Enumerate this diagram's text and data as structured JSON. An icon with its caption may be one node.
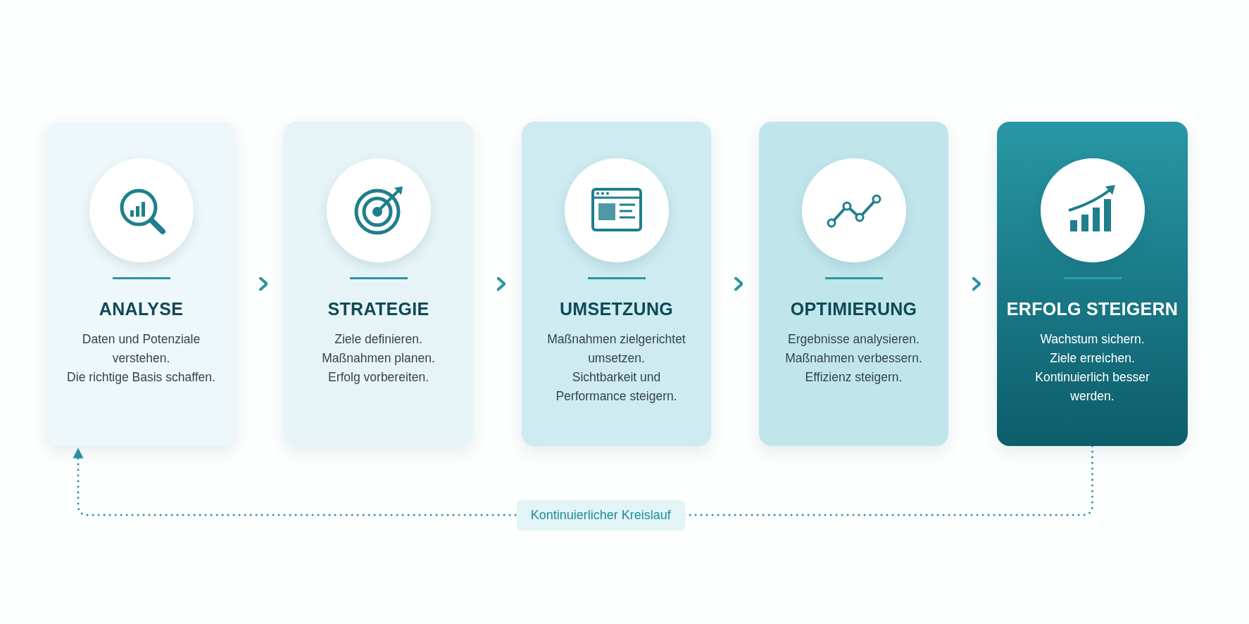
{
  "diagram": {
    "nodes": [
      {
        "text": [
          "ANALYSE",
          "Daten und Potenziale verstehen.",
          "Die richtige Basis schaffen."
        ]
      },
      {
        "text": [
          "STRATEGIE",
          "Ziele definieren.",
          "Maßnahmen planen.",
          "Erfolg vorbereiten."
        ]
      },
      {
        "text": [
          "UMSETZUNG",
          "Maßnahmen zielgerichtet umsetzen.",
          "Sichtbarkeit und Performance steigern."
        ]
      },
      {
        "text": [
          "OPTIMIERUNG",
          "Ergebnisse analysieren.",
          "Maßnahmen verbessern.",
          "Effizienz steigern."
        ]
      },
      {
        "text": [
          "ERFOLG STEIGERN",
          "Wachstum sichern.",
          "Ziele erreichen.",
          "Kontinuierlich besser werden."
        ]
      }
    ],
    "edges": [
      {
        "from": 0,
        "to": 1,
        "arrow": "to"
      },
      {
        "from": 1,
        "to": 2,
        "arrow": "to"
      },
      {
        "from": 2,
        "to": 3,
        "arrow": "to"
      },
      {
        "from": 3,
        "to": 4,
        "arrow": "to"
      },
      {
        "from": 4,
        "to": 0,
        "arrow": "to",
        "label": "Kontinuierlicher Kreislauf",
        "style": "dashed"
      }
    ]
  }
}
